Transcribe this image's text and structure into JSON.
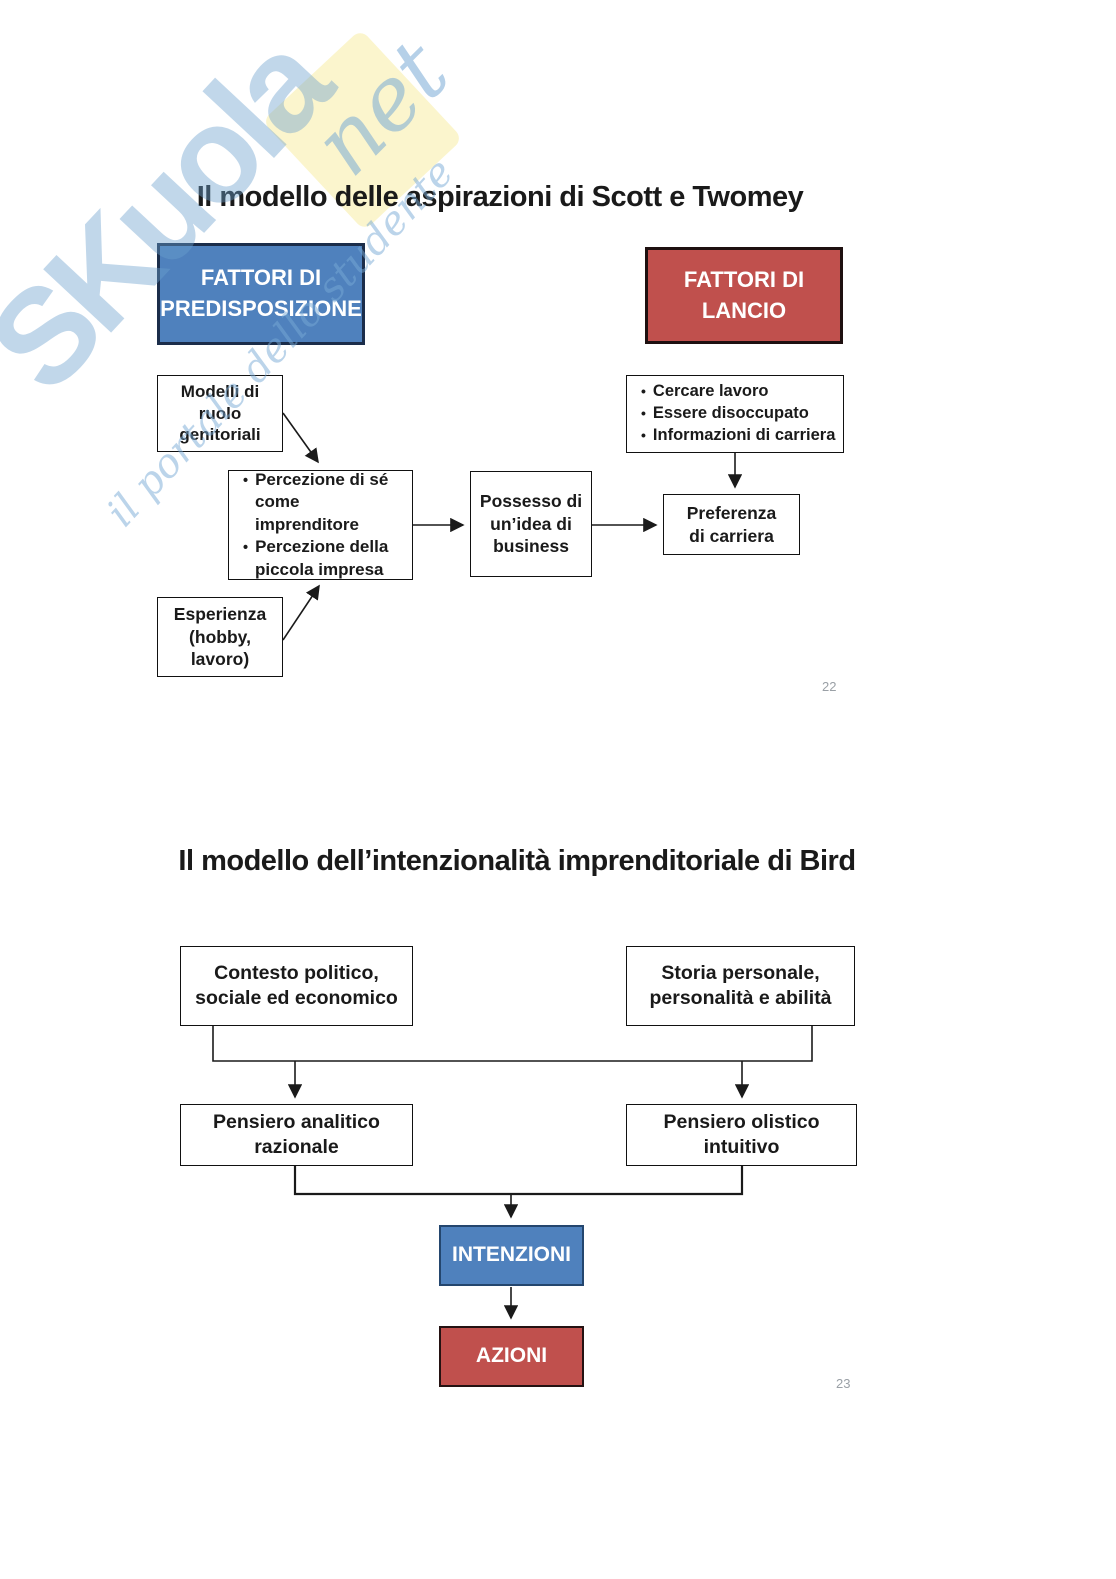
{
  "watermark": {
    "brand_main": "SKuola",
    "brand_suffix": "net",
    "tagline": "il portale dello studente"
  },
  "colors": {
    "blue_fill": "#4f81bd",
    "red_fill": "#c0504d",
    "watermark_yellow": "#fbf5cd",
    "page_number_gray": "#9aa0a6"
  },
  "slide1": {
    "title": "Il modello delle aspirazioni di Scott e Twomey",
    "page_number": "22",
    "predisposizione": {
      "lines": [
        "FATTORI DI",
        "PREDISPOSIZIONE"
      ]
    },
    "lancio": {
      "lines": [
        "FATTORI DI",
        "LANCIO"
      ]
    },
    "modelli": {
      "lines": [
        "Modelli di",
        "ruolo",
        "genitoriali"
      ]
    },
    "cercare": {
      "bullets": [
        "Cercare lavoro",
        "Essere disoccupato",
        "Informazioni di carriera"
      ]
    },
    "percezione": {
      "bullets": [
        "Percezione di sé come imprenditore",
        "Percezione della piccola impresa"
      ]
    },
    "possesso": {
      "lines": [
        "Possesso di",
        "un’idea di",
        "business"
      ]
    },
    "preferenza": {
      "lines": [
        "Preferenza",
        "di carriera"
      ]
    },
    "esperienza": {
      "lines": [
        "Esperienza",
        "(hobby,",
        "lavoro)"
      ]
    }
  },
  "slide2": {
    "title_lines": [
      "Il modello dell’intenzionalità",
      "imprenditoriale di Bird"
    ],
    "page_number": "23",
    "contesto": {
      "lines": [
        "Contesto politico,",
        "sociale ed economico"
      ]
    },
    "storia": {
      "lines": [
        "Storia personale,",
        "personalità e abilità"
      ]
    },
    "analitico": {
      "lines": [
        "Pensiero analitico",
        "razionale"
      ]
    },
    "olistico": {
      "lines": [
        "Pensiero olistico",
        "intuitivo"
      ]
    },
    "intenzioni": {
      "label": "INTENZIONI"
    },
    "azioni": {
      "label": "AZIONI"
    }
  }
}
